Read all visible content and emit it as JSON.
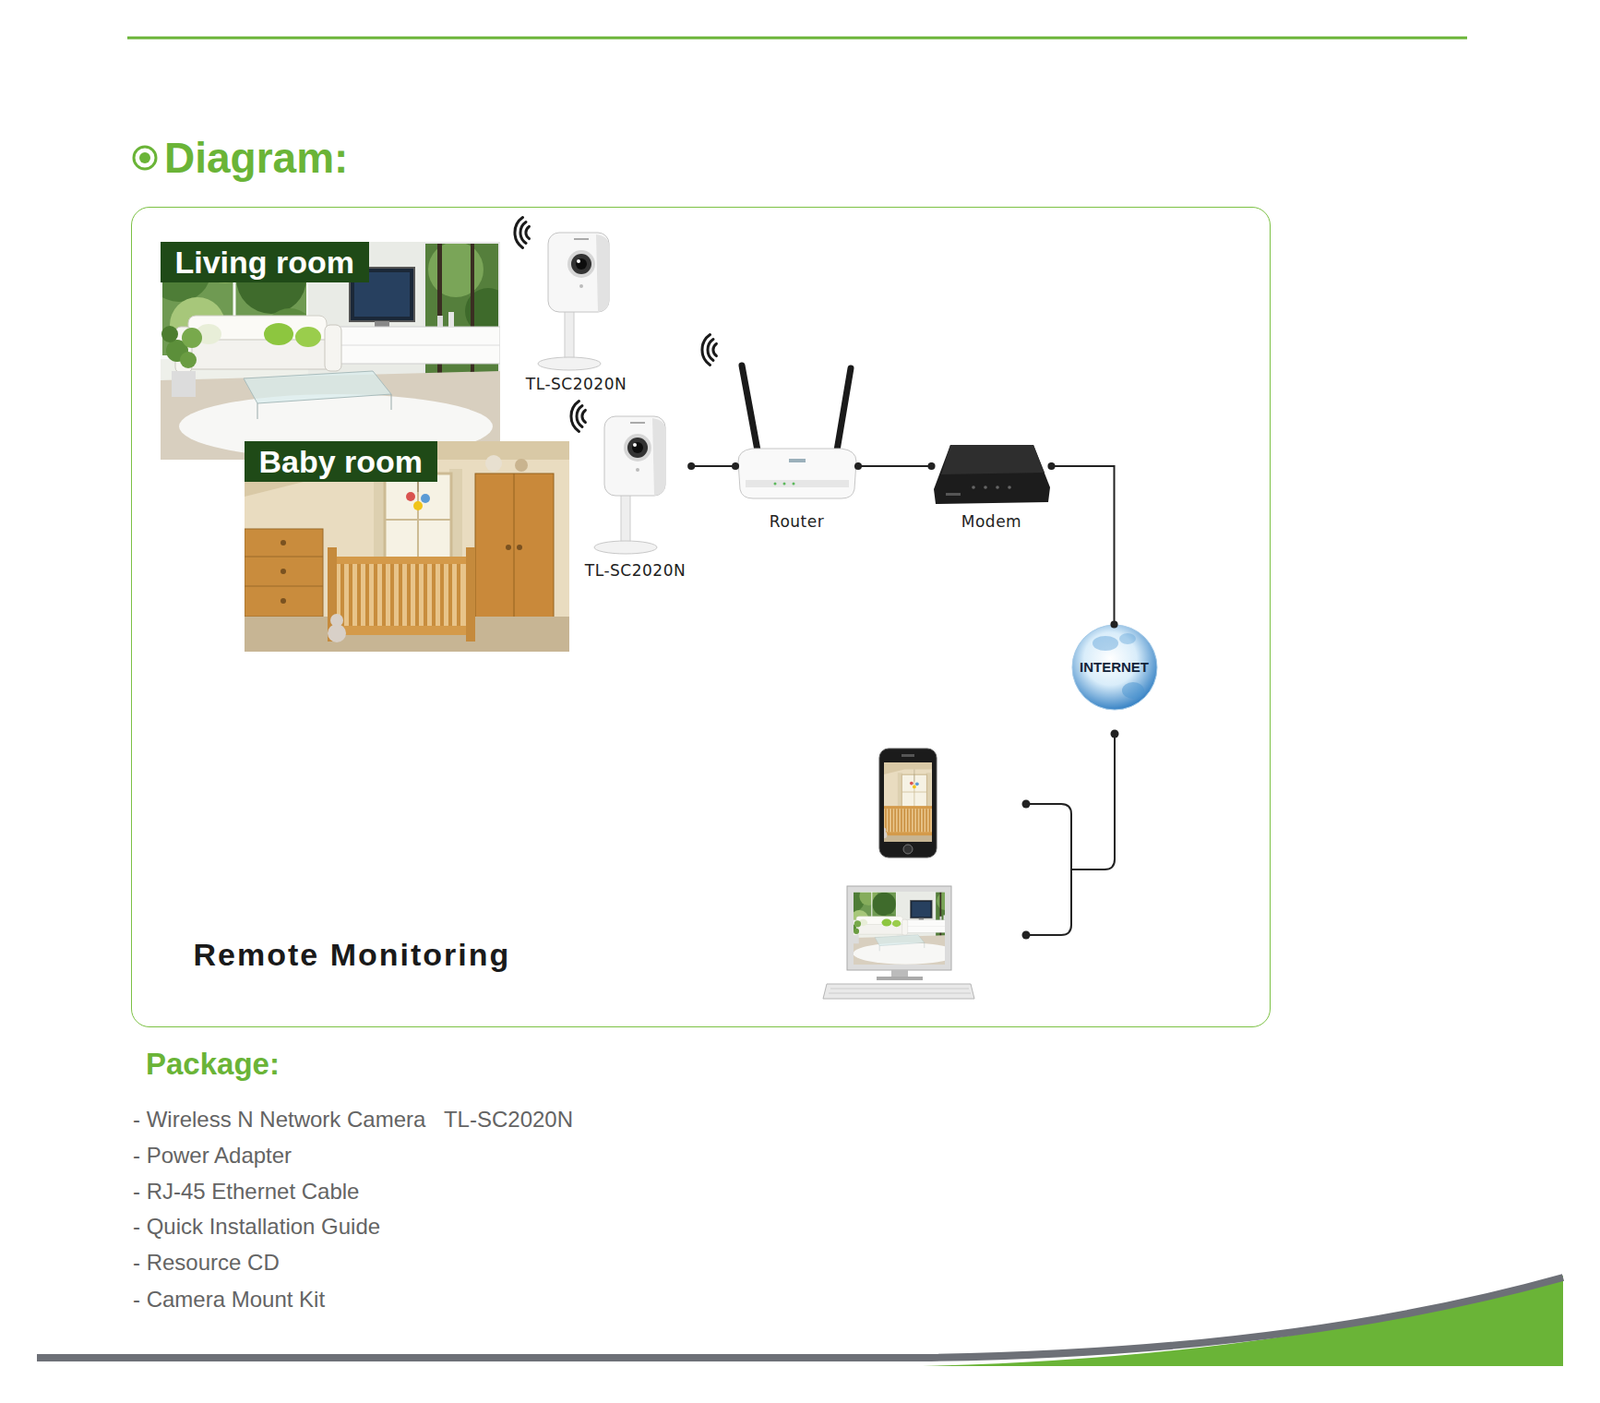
{
  "diagram": {
    "title": "Diagram:",
    "nodes": [
      {
        "text": [
          "Remote Monitoring"
        ]
      },
      {
        "text": [
          "Living room"
        ],
        "in": 0
      },
      {
        "text": [
          "TL-SC2020N"
        ],
        "in": 0
      },
      {
        "text": [
          "Baby room"
        ],
        "in": 0
      },
      {
        "text": [
          "TL-SC2020N"
        ],
        "in": 0
      },
      {
        "text": [
          "Router"
        ],
        "in": 0
      },
      {
        "text": [
          "Modem"
        ],
        "in": 0
      },
      {
        "text": [
          "INTERNET"
        ],
        "in": 0
      }
    ],
    "edges": [
      {
        "from": 4,
        "to": 5,
        "arrow": "none"
      },
      {
        "from": 5,
        "to": 6,
        "arrow": "none"
      },
      {
        "from": 6,
        "to": 7,
        "arrow": "none"
      }
    ],
    "labels": [
      "Package:",
      "- Wireless N Network Camera   TL-SC2020N",
      "- Power Adapter",
      "- RJ-45 Ethernet Cable",
      "- Quick Installation Guide",
      "- Resource CD",
      "- Camera Mount Kit"
    ]
  }
}
